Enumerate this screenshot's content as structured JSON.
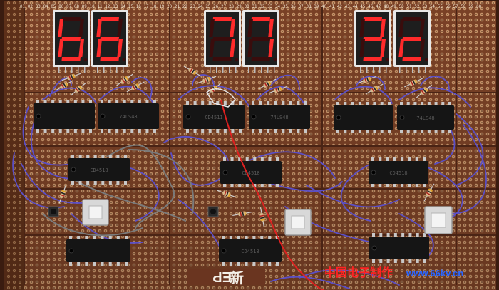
{
  "colors": {
    "board": "#7a4126",
    "board_edge": "#3a1c10",
    "pad": "#c9966b",
    "chip": "#151515",
    "chip_label": "#5a5a5a",
    "wire": "#5b4fc6",
    "grey_wire": "#7a7a7a",
    "red_wire": "#e02020",
    "segment_on": "#ff2a2a",
    "segment_off": "#3a0c0c",
    "display_body": "#1e1e1e",
    "display_frame": "#e8e8e8",
    "watermark_red": "#ff2222",
    "watermark_blue": "#2a66ff"
  },
  "row_numbers": [
    "01",
    "02",
    "03",
    "04",
    "05",
    "06",
    "07",
    "08",
    "09",
    "10",
    "11",
    "12",
    "13",
    "14",
    "15",
    "16",
    "17",
    "18",
    "19",
    "20",
    "21",
    "22",
    "23",
    "24",
    "25",
    "26",
    "27",
    "28",
    "29",
    "30",
    "31",
    "32",
    "33",
    "34",
    "35",
    "36",
    "37",
    "38",
    "39",
    "40",
    "41",
    "42",
    "43",
    "44",
    "45",
    "46",
    "47",
    "48",
    "49",
    "50",
    "51",
    "52",
    "53",
    "54",
    "55",
    "56",
    "57",
    "58",
    "59",
    "60"
  ],
  "displays": [
    {
      "name": "display-1",
      "pattern": "1b"
    },
    {
      "name": "display-2",
      "pattern": "l6"
    },
    {
      "name": "display-3",
      "pattern": "t7"
    },
    {
      "name": "display-4",
      "pattern": "7"
    },
    {
      "name": "display-5",
      "pattern": "3"
    },
    {
      "name": "display-6",
      "pattern": "c"
    }
  ],
  "chip_labels": {
    "u1": "",
    "u2": "74LS48",
    "u3": "CD4511",
    "u4": "74LS48",
    "u5": "",
    "u6": "74LS48",
    "u7": "CD4518",
    "u8": "CD4518",
    "u9": "CD4518",
    "u10": "",
    "u11": "CD4518",
    "u12": ""
  },
  "board_mark": "EP",
  "watermark": {
    "left": "中国电子制作",
    "right": "www.66kv.cn"
  }
}
